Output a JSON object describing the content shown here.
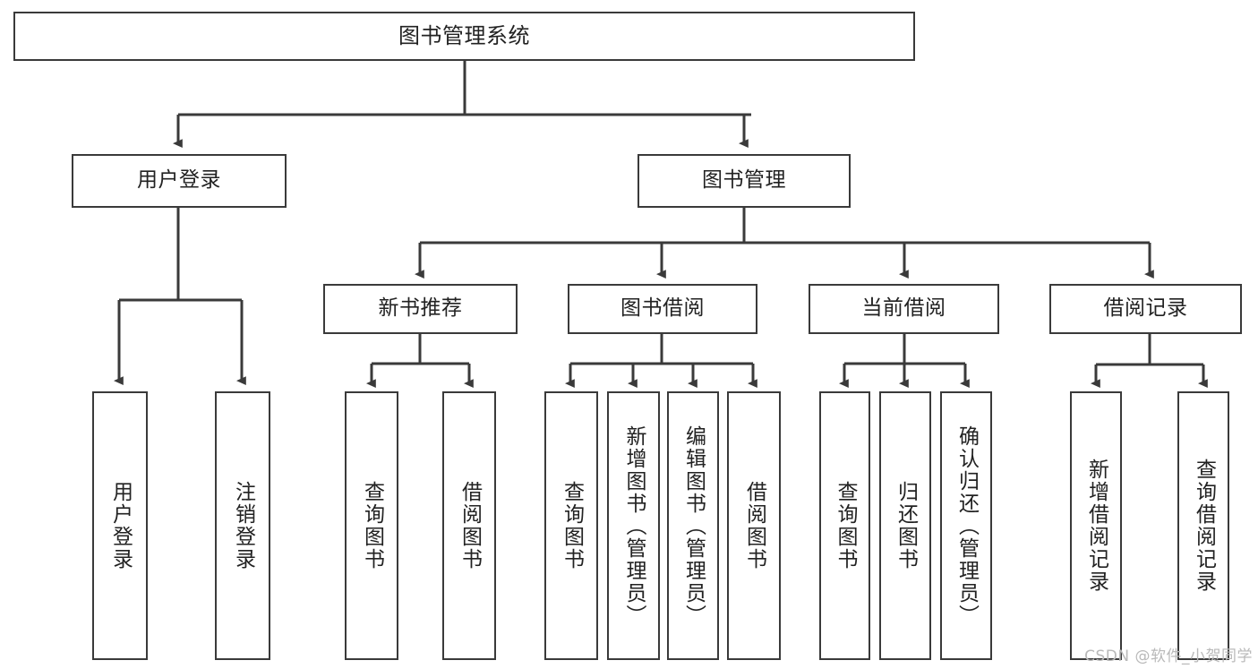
{
  "diagram": {
    "type": "tree",
    "title": "图书管理系统",
    "orientation": "top-down",
    "colors": {
      "background": "#ffffff",
      "box_border": "#3a3a3a",
      "box_fill": "#ffffff",
      "edge": "#3a3a3a",
      "text": "#222222",
      "watermark": "#b9b9b9"
    },
    "root": {
      "label": "图书管理系统"
    },
    "level2": [
      {
        "label": "用户登录"
      },
      {
        "label": "图书管理"
      }
    ],
    "level3": [
      {
        "label": "新书推荐"
      },
      {
        "label": "图书借阅"
      },
      {
        "label": "当前借阅"
      },
      {
        "label": "借阅记录"
      }
    ],
    "leaves": {
      "user_login": [
        {
          "label": "用户登录"
        },
        {
          "label": "注销登录"
        }
      ],
      "new_book_recommend": [
        {
          "label": "查询图书"
        },
        {
          "label": "借阅图书"
        }
      ],
      "book_borrow": [
        {
          "label": "查询图书"
        },
        {
          "label": "新增图书（管理员）"
        },
        {
          "label": "编辑图书（管理员）"
        },
        {
          "label": "借阅图书"
        }
      ],
      "current_borrow": [
        {
          "label": "查询图书"
        },
        {
          "label": "归还图书"
        },
        {
          "label": "确认归还（管理员）"
        }
      ],
      "borrow_record": [
        {
          "label": "新增借阅记录"
        },
        {
          "label": "查询借阅记录"
        }
      ]
    }
  },
  "watermark": {
    "text": "CSDN @软件_小贺同学"
  }
}
